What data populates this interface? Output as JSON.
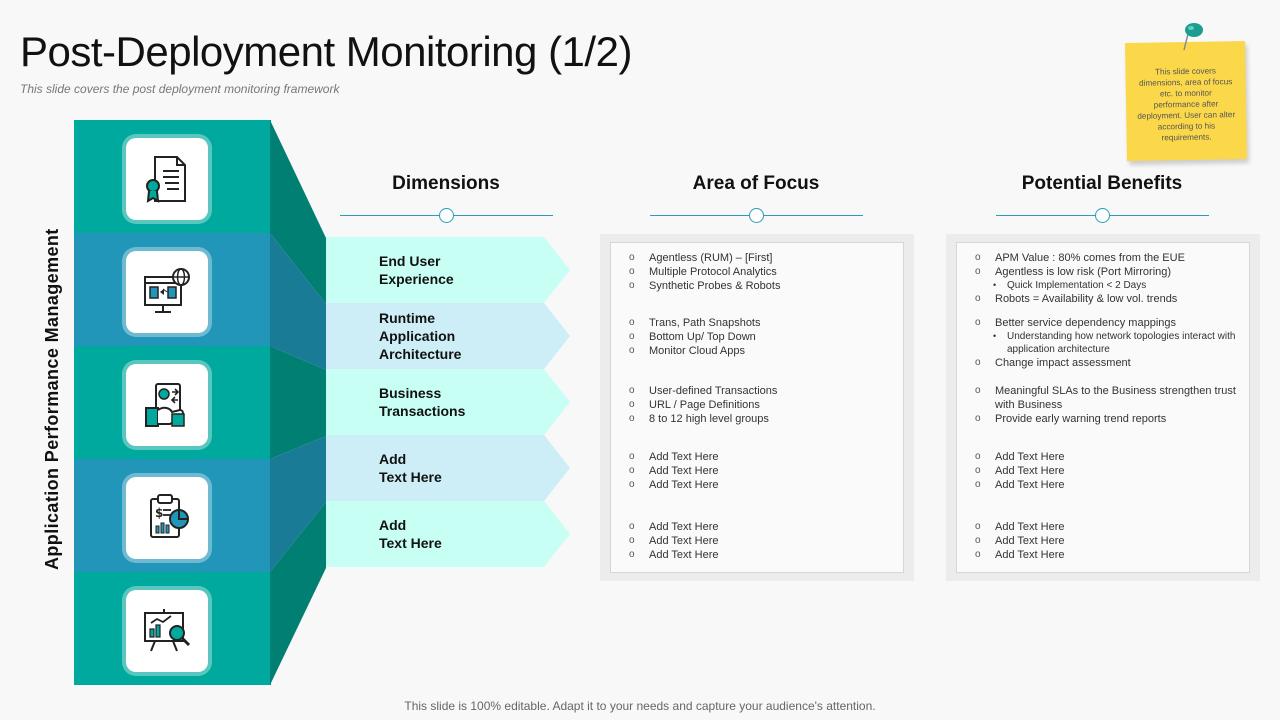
{
  "title": "Post-Deployment Monitoring (1/2)",
  "subtitle": "This slide covers the post deployment monitoring framework",
  "sticky_note": "This slide covers dimensions, area of focus etc. to monitor performance after deployment. User can alter according to his requirements.",
  "side_label": "Application Performance Management",
  "icons": [
    "certificate-icon",
    "web-browser-globe-icon",
    "hand-payment-icon",
    "clipboard-finance-chart-icon",
    "presentation-analytics-icon"
  ],
  "colors": {
    "teal": "#00a99d",
    "blue": "#2196b8",
    "dark_teal": "#007f72",
    "arrow_light": "#c8fff4",
    "arrow_blue": "#cdeef7",
    "accent_line": "#2a9dbb"
  },
  "headers": {
    "dimensions": "Dimensions",
    "area_of_focus": "Area of Focus",
    "potential_benefits": "Potential Benefits"
  },
  "dimensions": [
    "End User\nExperience",
    "Runtime\nApplication\nArchitecture",
    "Business\nTransactions",
    "Add\nText Here",
    "Add\nText Here"
  ],
  "area_of_focus": [
    {
      "items": [
        "Agentless (RUM) – [First]",
        "Multiple Protocol Analytics",
        "Synthetic Probes & Robots"
      ]
    },
    {
      "items": [
        "Trans, Path Snapshots",
        "Bottom Up/ Top Down",
        "Monitor Cloud Apps"
      ]
    },
    {
      "items": [
        "User-defined Transactions",
        "URL / Page Definitions",
        "8 to 12 high level groups"
      ]
    },
    {
      "items": [
        "Add Text Here",
        "Add Text Here",
        "Add Text Here"
      ]
    },
    {
      "items": [
        "Add Text Here",
        "Add Text Here",
        "Add Text Here"
      ]
    }
  ],
  "potential_benefits": [
    {
      "a": "APM Value : 80% comes from the EUE",
      "b": "Agentless is low risk (Port Mirroring)",
      "b_sub": "Quick Implementation < 2 Days",
      "c": "Robots = Availability  & low vol. trends"
    },
    {
      "a": "Better service dependency mappings",
      "a_sub": "Understanding how network topologies interact with application architecture",
      "b": "Change impact  assessment"
    },
    {
      "a": "Meaningful SLAs to the Business strengthen trust with Business",
      "b": "Provide early warning  trend reports"
    },
    {
      "items": [
        "Add Text Here",
        "Add Text Here",
        "Add Text Here"
      ]
    },
    {
      "items": [
        "Add Text Here",
        "Add Text Here",
        "Add Text Here"
      ]
    }
  ],
  "footer": "This slide is 100% editable. Adapt it to your needs and capture your audience's attention."
}
